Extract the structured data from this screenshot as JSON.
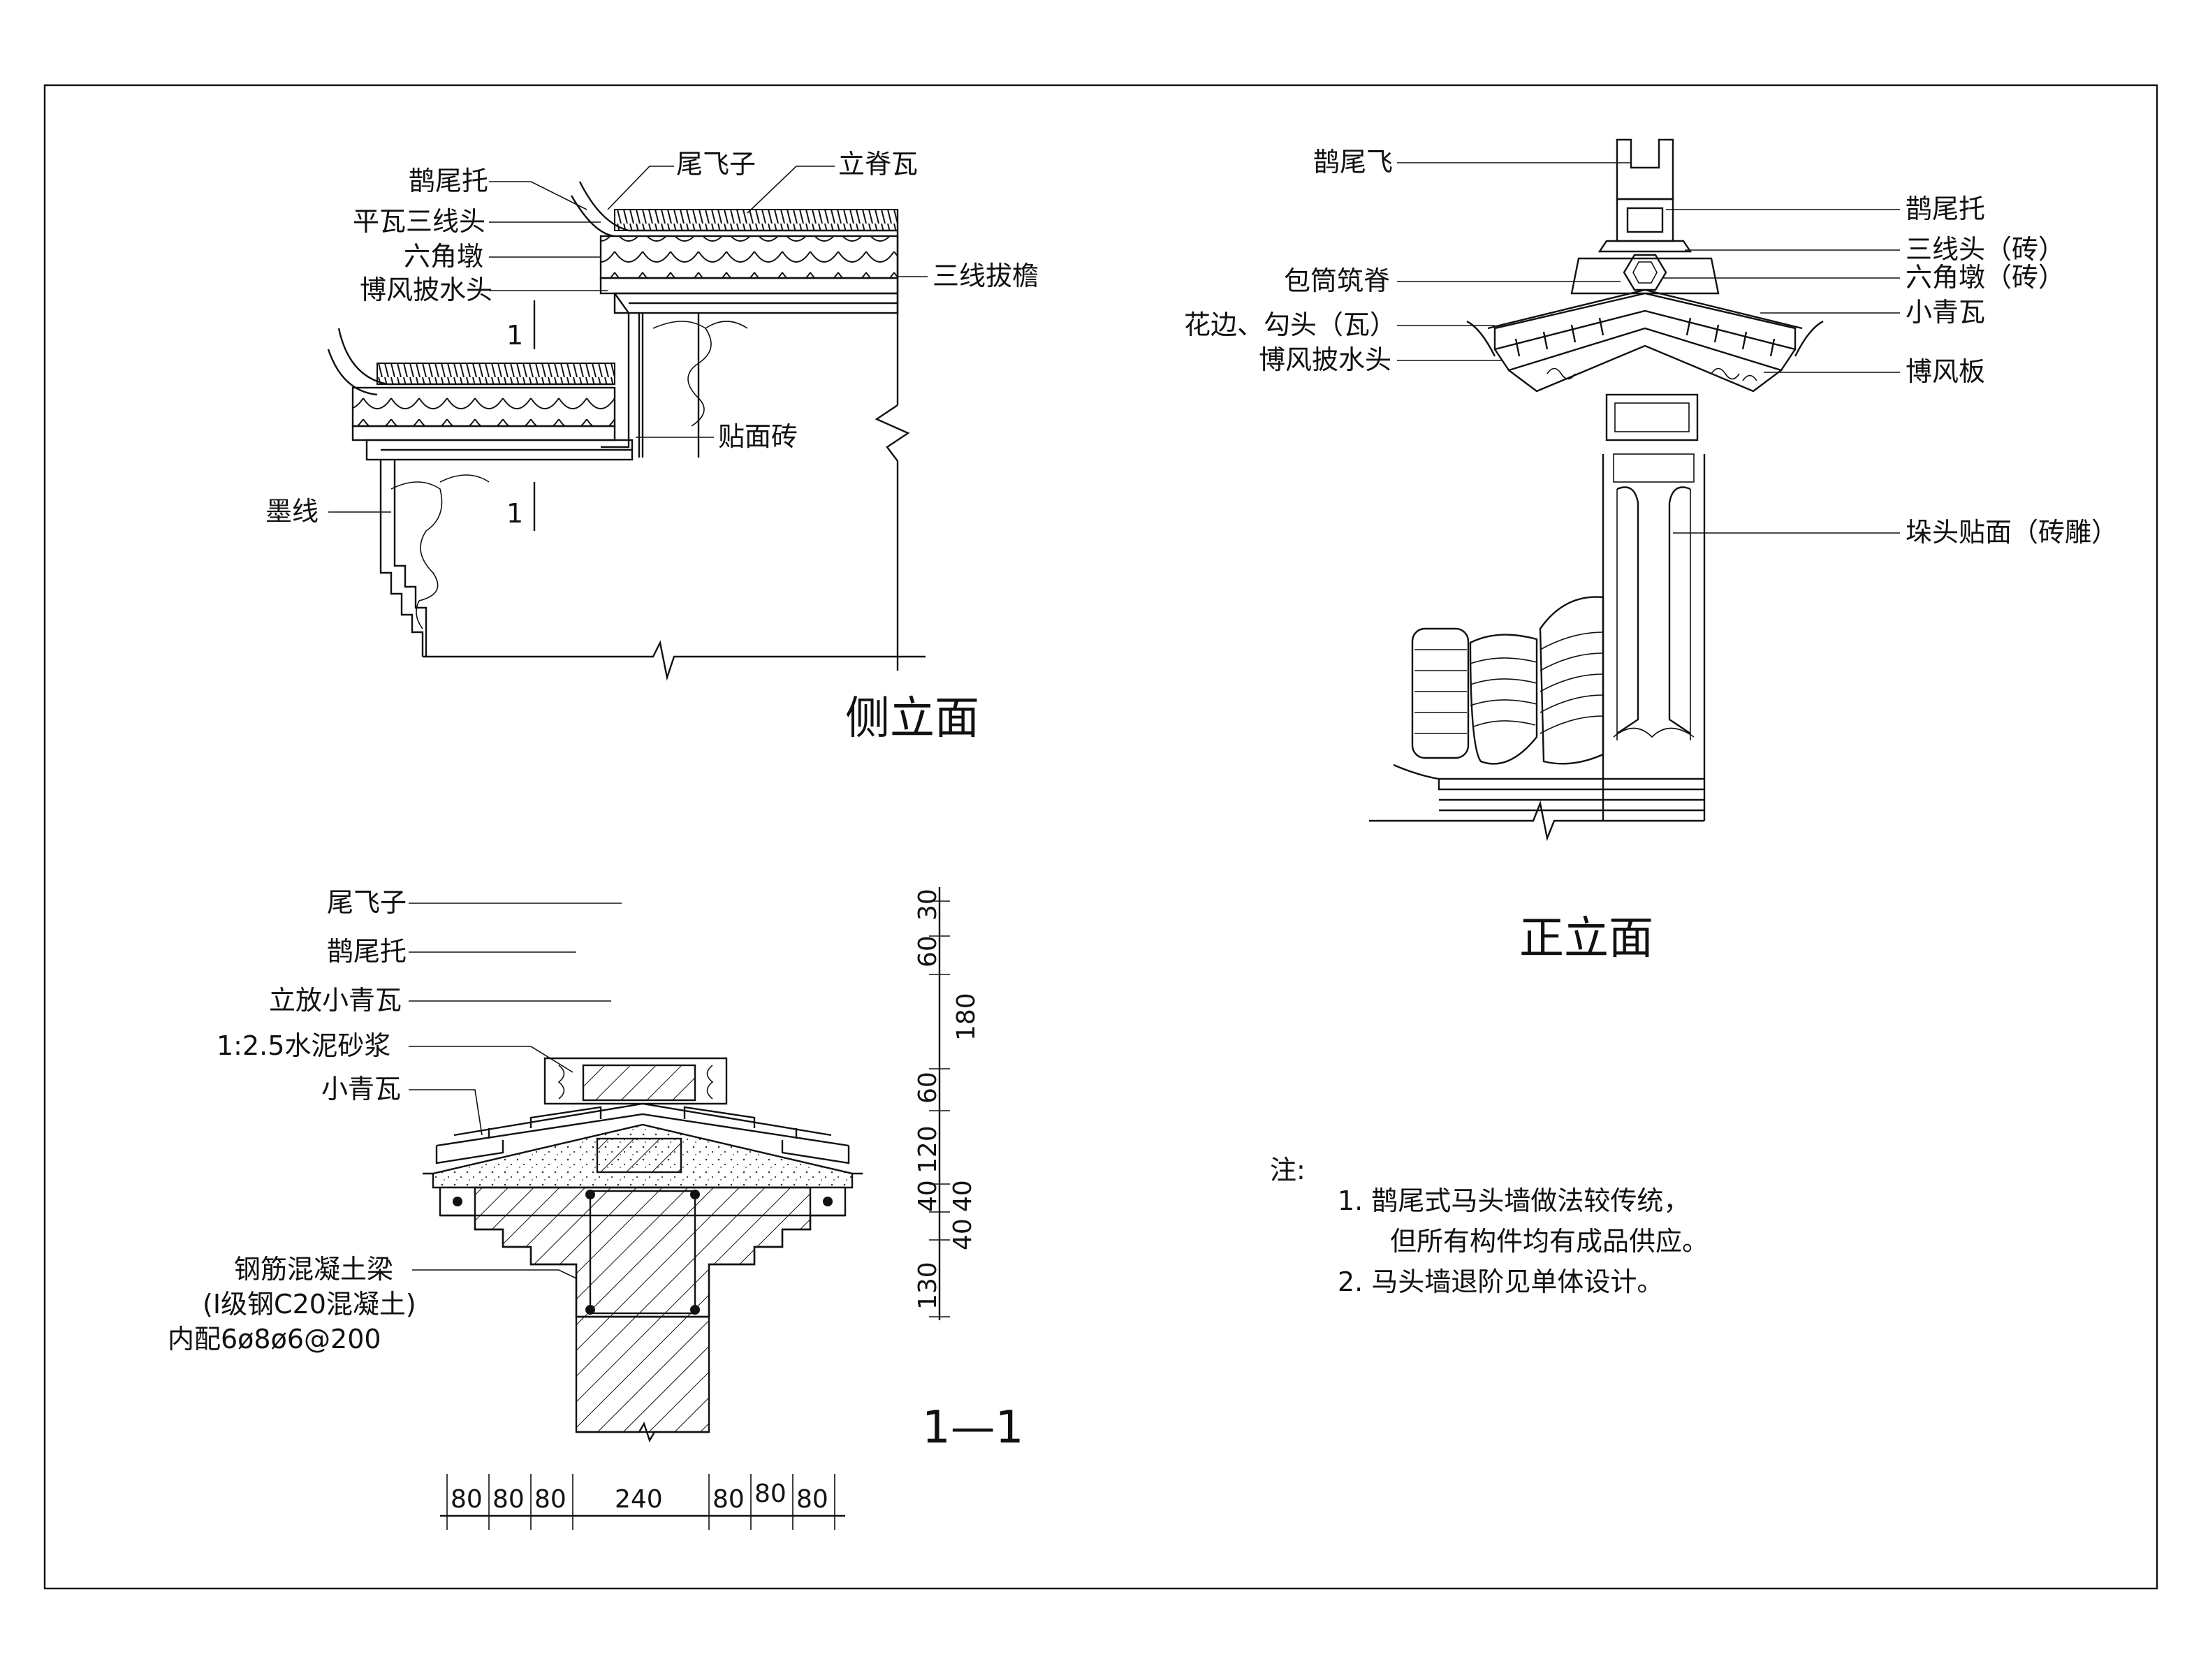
{
  "side_elevation": {
    "title": "侧立面",
    "labels": {
      "queweituo": "鹊尾托",
      "pingwa": "平瓦三线头",
      "liujiaodun": "六角墩",
      "bofeng": "博风披水头",
      "weifeizi": "尾飞子",
      "lijiwa": "立脊瓦",
      "sanxian": "三线拔檐",
      "tiemianzhuan": "贴面砖",
      "moxian": "墨线"
    },
    "section_mark_top": "1",
    "section_mark_bottom": "1"
  },
  "front_elevation": {
    "title": "正立面",
    "labels": {
      "queweifei": "鹊尾飞",
      "baotong": "包筒筑脊",
      "huabian": "花边、勾头（瓦）",
      "bofengpi": "博风披水头",
      "queweituo": "鹊尾托",
      "sanxiantou": "三线头（砖）",
      "liujiaodun": "六角墩（砖）",
      "xiaoqingwa": "小青瓦",
      "bofengban": "博风板",
      "duotou": "垛头贴面（砖雕）"
    }
  },
  "section": {
    "title": "1—1",
    "labels": {
      "weifeizi": "尾飞子",
      "queweituo": "鹊尾托",
      "lifang": "立放小青瓦",
      "shajiang": "1:2.5水泥砂浆",
      "xiaoqingwa": "小青瓦",
      "liang1": "钢筋混凝土梁",
      "liang2": "(I级钢C20混凝土)",
      "liang3": "内配6ø8ø6@200"
    },
    "vertical_dims": [
      "30",
      "60",
      "180",
      "60",
      "120",
      "40",
      "40",
      "40",
      "130"
    ],
    "horizontal_dims": [
      "80",
      "80",
      "80",
      "240",
      "80",
      "80",
      "80"
    ]
  },
  "notes": {
    "head": "注:",
    "line1": "1.  鹊尾式马头墙做法较传统，",
    "line2": "但所有构件均有成品供应。",
    "line3": "2.  马头墙退阶见单体设计。"
  }
}
